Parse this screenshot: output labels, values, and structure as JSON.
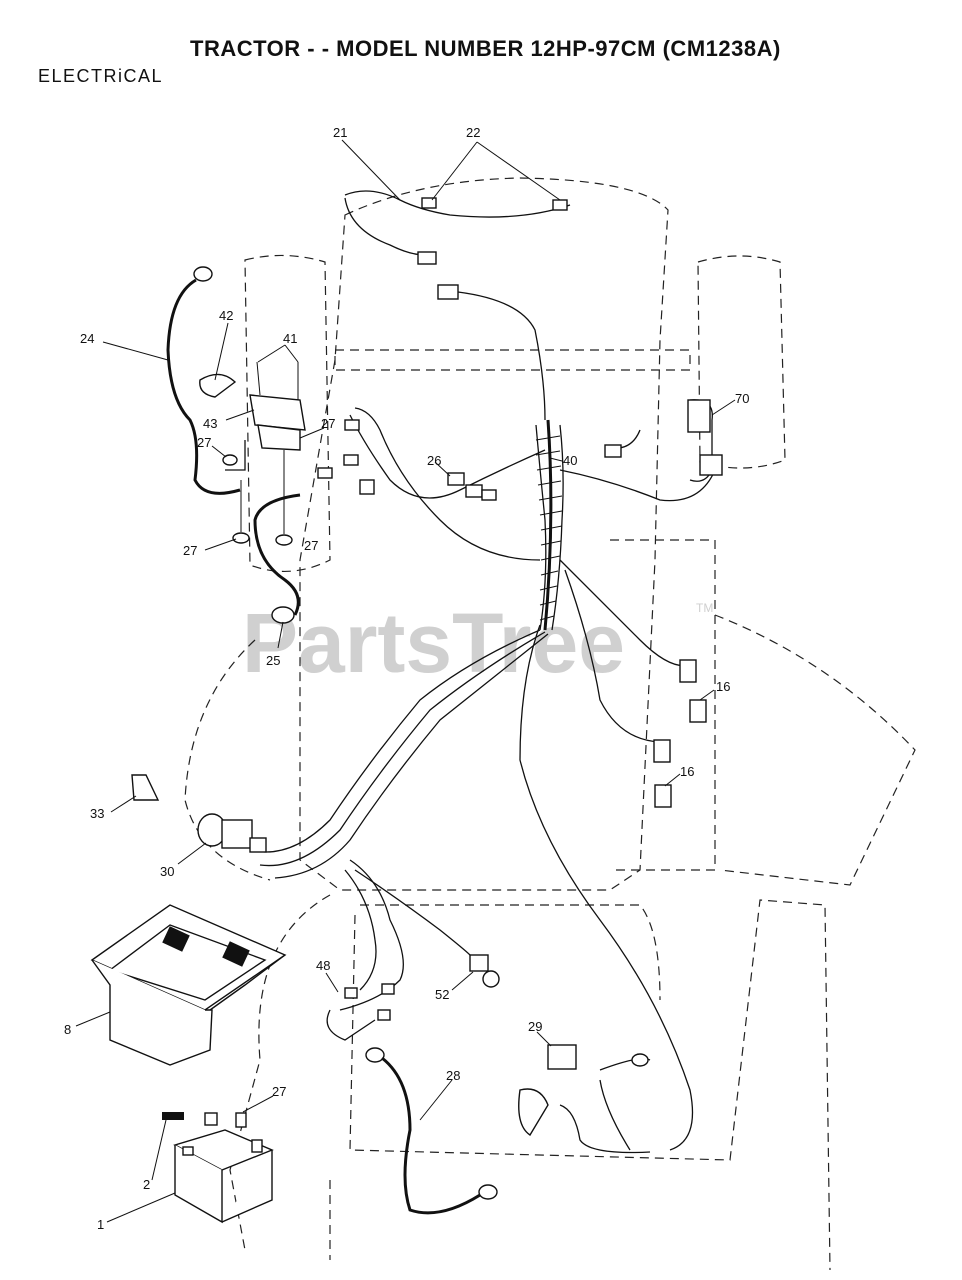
{
  "header": {
    "title": "TRACTOR - - MODEL NUMBER 12HP-97CM (CM1238A)",
    "section": "ELECTRiCAL"
  },
  "watermark": {
    "text": "PartsTree",
    "tm": "TM"
  },
  "callouts": {
    "c21": "21",
    "c22": "22",
    "c24": "24",
    "c42": "42",
    "c41": "41",
    "c43": "43",
    "c27a": "27",
    "c27b": "27",
    "c27c": "27",
    "c27d": "27",
    "c27e": "27",
    "c25": "25",
    "c26": "26",
    "c40": "40",
    "c70": "70",
    "c16a": "16",
    "c16b": "16",
    "c33": "33",
    "c30": "30",
    "c8": "8",
    "c48": "48",
    "c52": "52",
    "c29": "29",
    "c28": "28",
    "c2": "2",
    "c1": "1"
  },
  "colors": {
    "line": "#111111",
    "watermark": "#d0d0d0",
    "background": "#ffffff"
  }
}
